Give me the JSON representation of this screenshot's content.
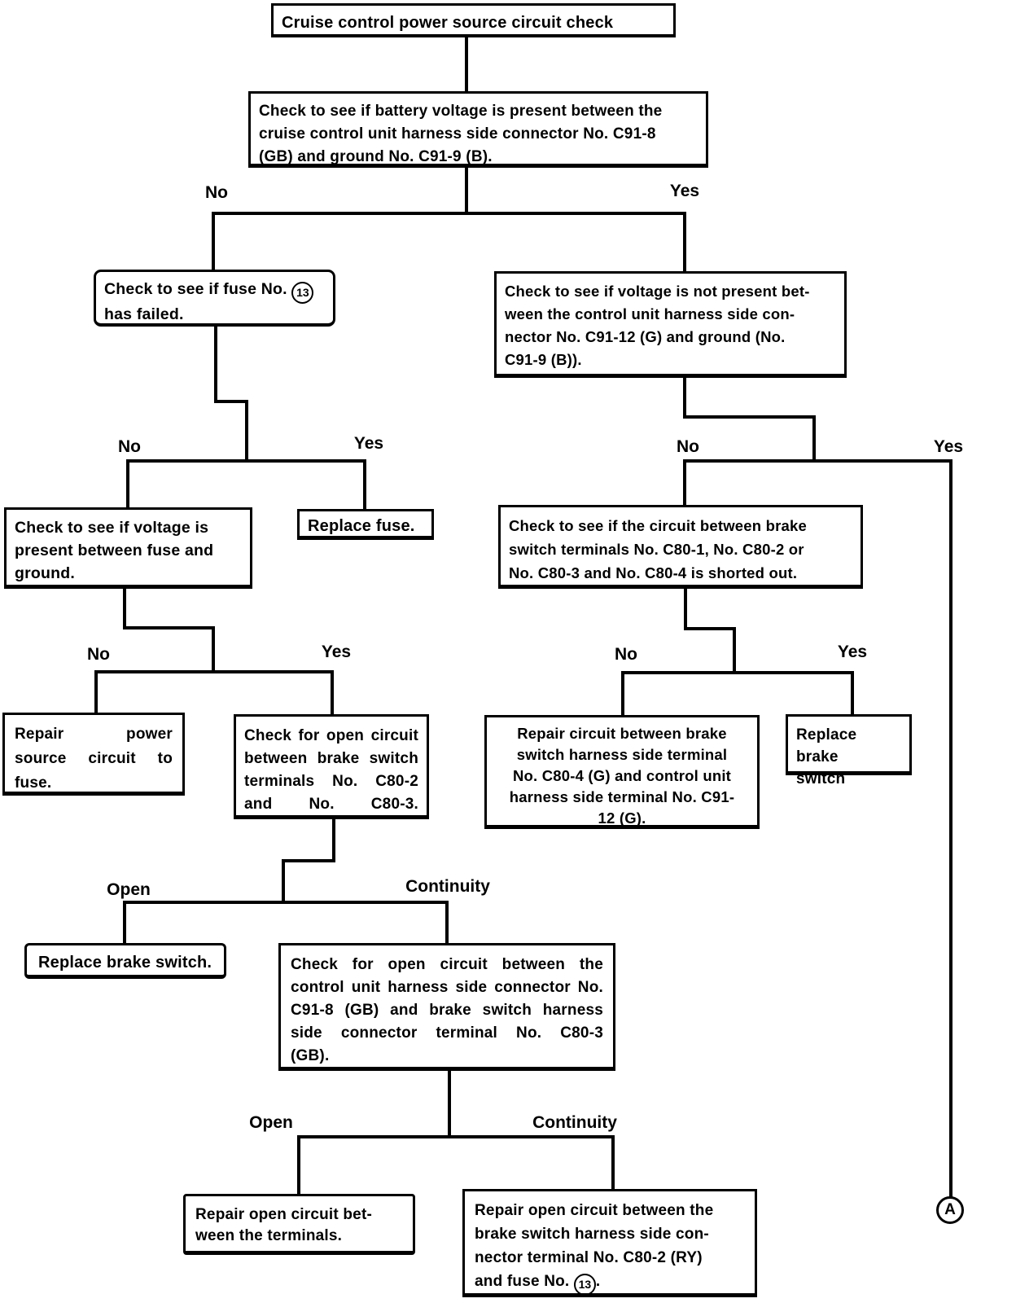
{
  "flowchart": {
    "nodes": {
      "start": {
        "text": "Cruise control power source circuit check"
      },
      "check_battery_voltage": {
        "text": "Check to see if battery voltage is present between the\ncruise control unit harness side connector No. C91-8\n(GB) and ground No. C91-9 (B)."
      },
      "check_fuse_failed": {
        "text": "Check to see if fuse No. ⑬\nhas failed."
      },
      "check_voltage_not_present": {
        "text": "Check to see if voltage is not present bet-\nween the control unit harness side con-\nnector No. C91-12 (G) and ground (No.\nC91-9 (B))."
      },
      "check_voltage_fuse_ground": {
        "text": "Check to see if voltage is\npresent between fuse and\nground."
      },
      "replace_fuse": {
        "text": "Replace fuse."
      },
      "check_brake_circuit_shorted": {
        "text": "Check to see if the circuit between brake\nswitch terminals No. C80-1, No. C80-2 or\nNo. C80-3 and No. C80-4 is shorted out."
      },
      "repair_power_source": {
        "text": "Repair power\nsource circuit to\nfuse."
      },
      "check_open_brake_terminals": {
        "text": "Check for open circuit\nbetween brake switch\nterminals No. C80-2\nand No. C80-3."
      },
      "repair_brake_to_control": {
        "text": "Repair circuit between brake\nswitch harness side terminal\nNo. C80-4 (G) and control unit\nharness side terminal No. C91-\n12 (G)."
      },
      "replace_brake_switch_right": {
        "text": "Replace brake\nswitch"
      },
      "replace_brake_switch_left": {
        "text": "Replace brake switch."
      },
      "check_open_control_brake": {
        "text": "Check for open circuit between the\ncontrol unit harness side connector No.\nC91-8 (GB) and brake switch harness\nside connector terminal No. C80-3\n(GB)."
      },
      "repair_open_terminals": {
        "text": "Repair open circuit bet-\nween the terminals."
      },
      "repair_open_brake_fuse": {
        "text": "Repair open circuit between the\nbrake switch harness side con-\nnector terminal No. C80-2 (RY)\nand fuse No. ⑬."
      }
    },
    "edge_labels": {
      "split1_no": "No",
      "split1_yes": "Yes",
      "split2_no": "No",
      "split2_yes": "Yes",
      "split3_no": "No",
      "split3_yes": "Yes",
      "split4_no": "No",
      "split4_yes": "Yes",
      "split5_no": "No",
      "split5_yes": "Yes",
      "split6_open": "Open",
      "split6_continuity": "Continuity",
      "split7_open": "Open",
      "split7_continuity": "Continuity"
    },
    "connector": {
      "label": "A"
    }
  }
}
